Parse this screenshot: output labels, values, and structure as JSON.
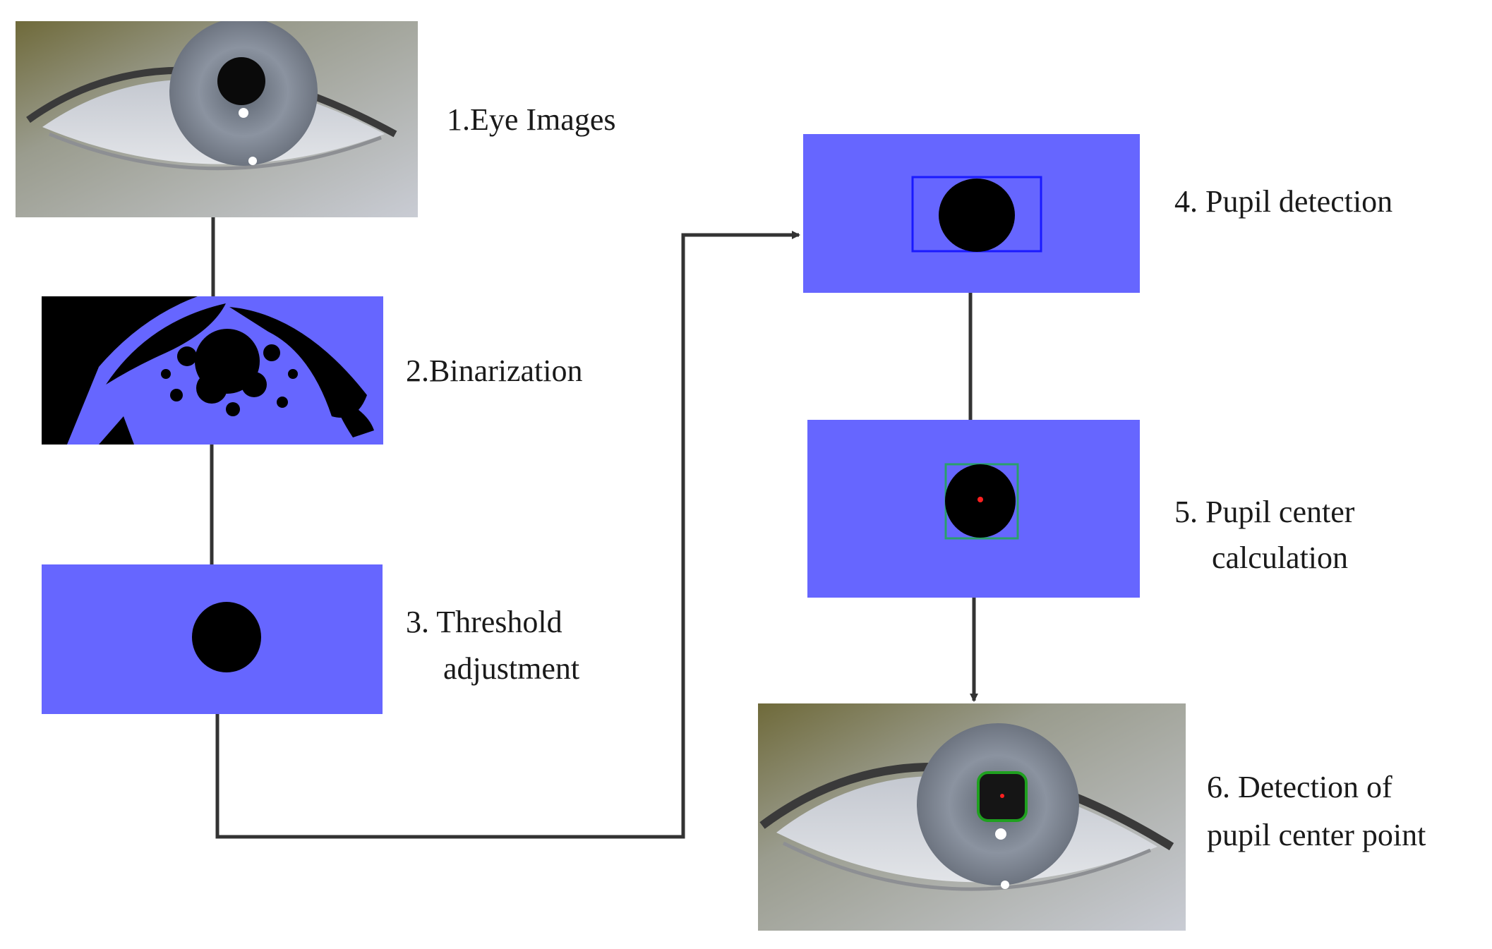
{
  "steps": [
    {
      "line1": "1.Eye Images",
      "line2": ""
    },
    {
      "line1": "2.Binarization",
      "line2": ""
    },
    {
      "line1": "3. Threshold",
      "line2": "adjustment"
    },
    {
      "line1": "4. Pupil detection",
      "line2": ""
    },
    {
      "line1": "5. Pupil center",
      "line2": "calculation"
    },
    {
      "line1": "6. Detection of",
      "line2": "pupil center point"
    }
  ],
  "colors": {
    "binary_background": "#6666ff",
    "pupil": "#000000",
    "bounding_box_blue": "#1a1aff",
    "bounding_box_green": "#1fa01f",
    "center_point": "#ff2020",
    "connector": "#333333"
  }
}
